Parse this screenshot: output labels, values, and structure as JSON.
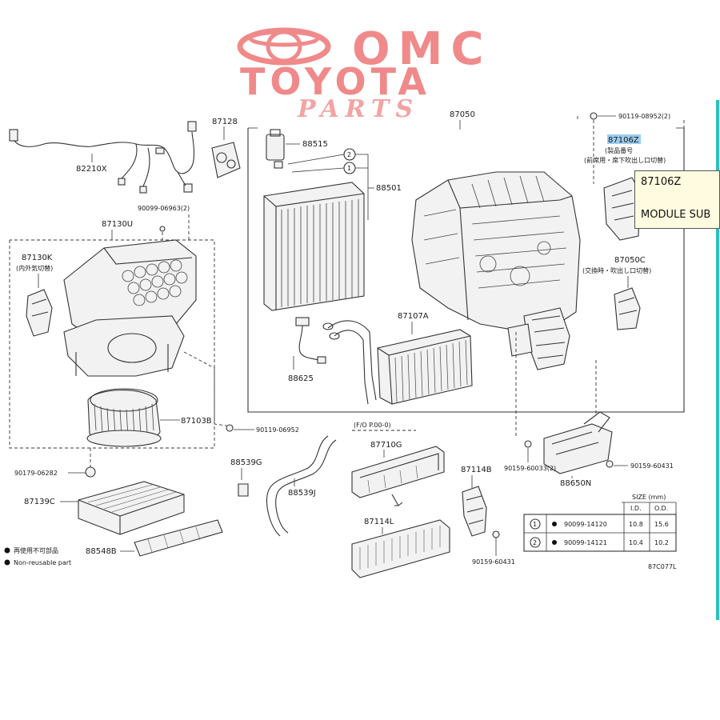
{
  "logo": {
    "line1": "OMC",
    "line2": "TOYOTA",
    "line3": "PARTS",
    "color": "#f08a8a"
  },
  "tooltip": {
    "code": "87106Z",
    "name": "MODULE SUB"
  },
  "labels": {
    "p82210x": "82210X",
    "p87128": "87128",
    "p88515": "88515",
    "p88501": "88501",
    "p87050": "87050",
    "p90119_top": "90119-08952(2)",
    "p87106z": "87106Z",
    "p87106z_note1": "(製品番号",
    "p87106z_note2": "(前席用・席下吹出し口切替)",
    "p90099_06963": "90099-06963(2)",
    "p87130u": "87130U",
    "p87130k": "87130K",
    "p87130k_note": "(内外気切替)",
    "p87050c": "87050C",
    "p87050c_note": "(交換時・吹出し口切替)",
    "p87107a": "87107A",
    "p88625": "88625",
    "p87103b": "87103B",
    "p90119_06952": "90119-06952",
    "p_hose_note": "(F/O P.00-0)",
    "p87710g": "87710G",
    "p88539g": "88539G",
    "p88539j": "88539J",
    "p90179": "90179-06282",
    "p87139c": "87139C",
    "p87114b": "87114B",
    "p87114l": "87114L",
    "p88548b": "88548B",
    "p90159_06033": "90159-60033(2)",
    "p88650n": "88650N",
    "p90159_60431a": "90159-60431",
    "p90159_60431b": "90159-60431",
    "legend_jp": "再使用不可部品",
    "legend_en": "Non-reusable part",
    "diagram_code": "87C077L",
    "circle1": "1",
    "circle2": "2"
  },
  "size_table": {
    "title": "SIZE (mm)",
    "col_id": "I.D.",
    "col_od": "O.D.",
    "rows": [
      {
        "ref": "1",
        "part": "90099-14120",
        "id": "10.8",
        "od": "15.6"
      },
      {
        "ref": "2",
        "part": "90099-14121",
        "id": "10.4",
        "od": "10.2"
      }
    ]
  }
}
